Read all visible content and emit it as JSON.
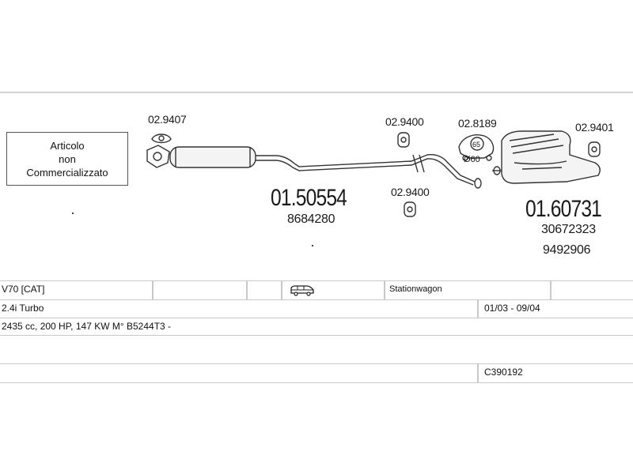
{
  "notice": {
    "text": "Articolo\nnon\nCommercializzato"
  },
  "parts": {
    "front_clamp": "02.9407",
    "mid_mount_top": "02.9400",
    "mid_mount_bottom": "02.9400",
    "gasket": "02.8189",
    "gasket_size": "65",
    "gasket_size2": "Ø60",
    "rear_mount": "02.9401",
    "mid_silencer": "01.50554",
    "mid_silencer_oe": "8684280",
    "rear_silencer": "01.60731",
    "rear_silencer_oe1": "30672323",
    "rear_silencer_oe2": "9492906"
  },
  "vehicle": {
    "model": "V70  [CAT]",
    "body": "Stationwagon",
    "body_icon": "van-icon",
    "engine": "2.4i Turbo",
    "years": "01/03 - 09/04",
    "spec": "2435 cc, 200 HP, 147 KW M° B5244T3 -",
    "code": "C390192"
  }
}
